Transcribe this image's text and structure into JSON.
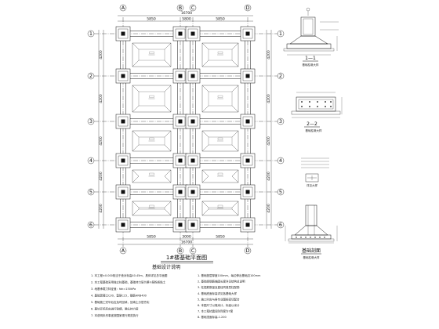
{
  "plan": {
    "title": "1#楼基础平面图",
    "top_dims": [
      "5850",
      "5800",
      "5850"
    ],
    "top_total": "16700",
    "bottom_dims": [
      "5850",
      "3000",
      "5850"
    ],
    "bottom_total": "16700",
    "left_dims": [
      "4200",
      "4200",
      "4200",
      "4200",
      "4200"
    ],
    "right_dims": [
      "4200",
      "4200",
      "4200",
      "4200",
      "4200"
    ],
    "col_axes": [
      "A",
      "B",
      "C",
      "D"
    ],
    "row_axes": [
      "1",
      "2",
      "3",
      "4",
      "5",
      "6"
    ]
  },
  "details": {
    "section_1_label": "1—1",
    "section_1_note": "基础柱墩大样",
    "section_2_label": "2—2",
    "section_2_note": "基础柱墩大样",
    "detail_3_title": "基础剖面",
    "detail_3_note": "基础柱墩大样",
    "small_note": "详见大样"
  },
  "notes": {
    "heading": "基础设计说明",
    "left_items": [
      "1. 本工程±0.000相当于绝对标高40.45m，具体详见总平面图",
      "2. 本工程基础采用独立柱基础，基础持力层为第②层粉质粘土",
      "3. 地基承载力特征值：fak=150kPa",
      "4. 基础混凝土C30，垫层C15，钢筋HRB400",
      "5. 基础施工完毕后应及时回填，回填土分层夯实",
      "6. 基坑开挖后应进行验槽，确认持力层",
      "7. 本说明未尽事宜按国家现行规范执行"
    ],
    "right_items": [
      "1. 基础垫层厚度100mm，每边伸出基础边100mm",
      "2. 基础梁钢筋锚固长度详见结构总说明",
      "3. 柱插筋数量及直径同首层柱配筋",
      "4. 基础底面标高详见各基础大样",
      "5. 施工时应与各专业图纸密切配合",
      "6. 本图尺寸以毫米计，标高以米计",
      "7. 本工程抗震设防烈度为7度",
      "8. 基础顶面标高-1.200"
    ]
  }
}
